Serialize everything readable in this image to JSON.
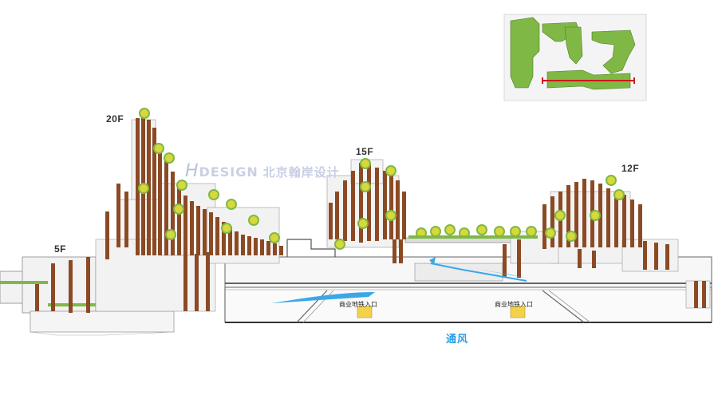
{
  "floor_labels": {
    "f20": "20F",
    "f15": "15F",
    "f12": "12F",
    "f5": "5F"
  },
  "watermark": {
    "letter": "H",
    "word": "DESIGN",
    "chinese": "北京翰岸设计"
  },
  "entrances": {
    "left": "商业地铁入口",
    "right": "商业地铁入口"
  },
  "ventilation": "通风",
  "colors": {
    "timber": "#8b4a24",
    "facade": "#f2f2f2",
    "greenery": "#7fb845",
    "tree_yellow": "#d7d83a",
    "airflow": "#3aa7e8",
    "keyplan_line": "#d0161b"
  }
}
